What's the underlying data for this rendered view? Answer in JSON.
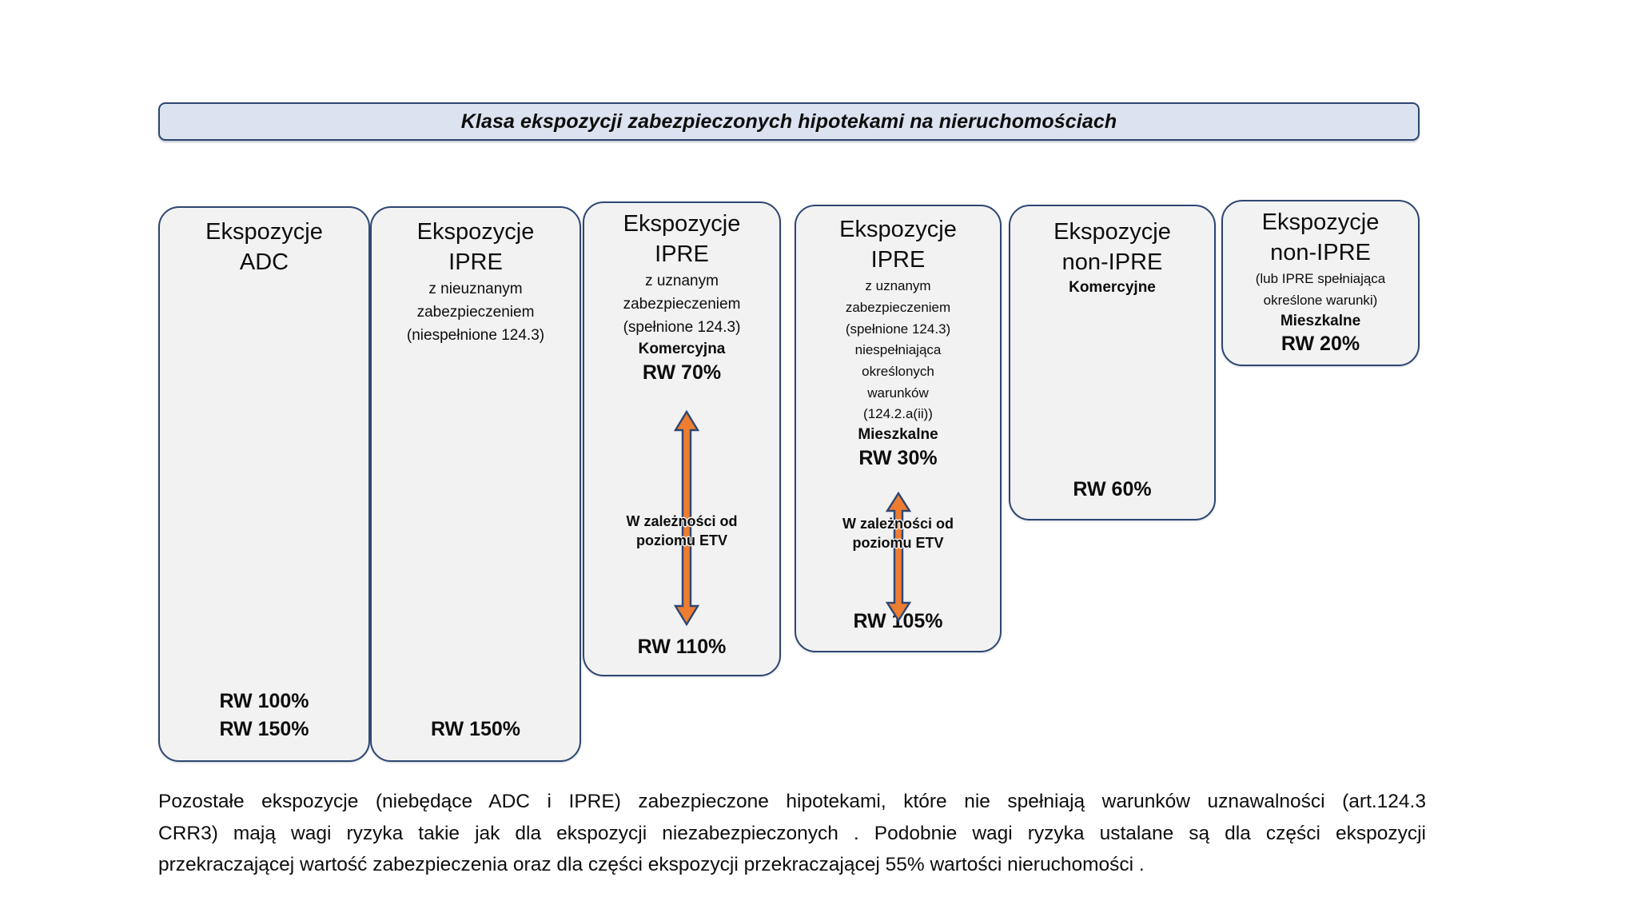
{
  "title": {
    "text": "Klasa ekspozycji zabezpieczonych hipotekami na nieruchomościach"
  },
  "colors": {
    "banner_fill": "#DCE3F0",
    "box_fill": "#F2F2F2",
    "box_border": "#2E4672",
    "arrow_fill": "#ED7D31",
    "arrow_border": "#2E4672",
    "text": "#0D0D0D"
  },
  "boxes": [
    {
      "id": "adc",
      "header_line1": "Ekspozycje",
      "header_line2": "ADC",
      "rw_footer_line1": "RW 100%",
      "rw_footer_line2": "RW 150%"
    },
    {
      "id": "ipre-nieuznane",
      "header_line1": "Ekspozycje",
      "header_line2": "IPRE",
      "sub_lines": [
        "z nieuznanym",
        "zabezpieczeniem",
        "(niespełnione 124.3)"
      ],
      "rw_footer_line1": "RW 150%"
    },
    {
      "id": "ipre-uznane-komercyjna",
      "header_line1": "Ekspozycje",
      "header_line2": "IPRE",
      "sub_lines": [
        "z uznanym",
        "zabezpieczeniem",
        "(spełnione 124.3)"
      ],
      "category": "Komercyjna",
      "rw_top": "RW 70%",
      "arrow_label_line1": "W zależności od",
      "arrow_label_line2": "poziomu ETV",
      "rw_footer_line1": "RW 110%"
    },
    {
      "id": "ipre-uznane-mieszkalne",
      "header_line1": "Ekspozycje",
      "header_line2": "IPRE",
      "sub_lines": [
        "z uznanym",
        "zabezpieczeniem",
        "(spełnione 124.3)",
        "niespełniająca",
        "określonych",
        "warunków",
        "(124.2.a(ii))"
      ],
      "category": "Mieszkalne",
      "rw_top": "RW 30%",
      "arrow_label_line1": "W zależności od",
      "arrow_label_line2": "poziomu ETV",
      "rw_footer_line1": "RW 105%"
    },
    {
      "id": "non-ipre-komercyjne",
      "header_line1": "Ekspozycje",
      "header_line2": "non-IPRE",
      "category": "Komercyjne",
      "rw_footer_line1": "RW 60%"
    },
    {
      "id": "non-ipre-mieszkalne",
      "header_line1": "Ekspozycje",
      "header_line2": "non-IPRE",
      "sub_lines": [
        "(lub IPRE spełniająca",
        "określone warunki)"
      ],
      "category": "Mieszkalne",
      "rw_top": "RW 20%"
    }
  ],
  "footer": {
    "line1": "Pozostałe ekspozycje (niebędące ADC i IPRE) zabezpieczone hipotekami, które nie spełniają warunków uznawalności (art.124.3",
    "line2": "CRR3) mają wagi ryzyka takie jak dla ekspozycji niezabezpieczonych . Podobnie wagi ryzyka ustalane są dla części ekspozycji",
    "line3": "przekraczającej wartość zabezpieczenia  oraz dla części ekspozycji przekraczającej 55% wartości nieruchomości ."
  }
}
